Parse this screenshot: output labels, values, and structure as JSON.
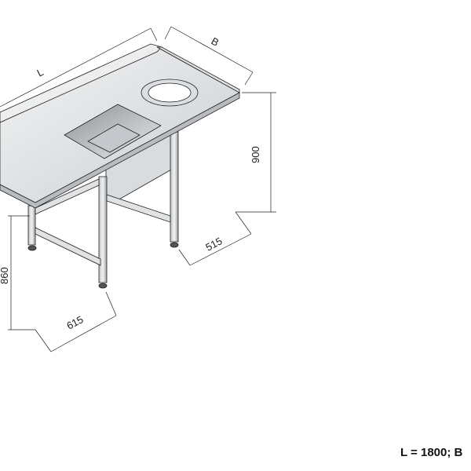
{
  "dimensions": {
    "length_label": "L",
    "depth_label": "B",
    "height_top": "900",
    "depth_side": "515",
    "height_frame": "860",
    "width_front": "615"
  },
  "caption": "L = 1800; B",
  "colors": {
    "line": "#222222",
    "steel_light": "#e6e8ea",
    "steel_dark": "#9a9fa4"
  }
}
